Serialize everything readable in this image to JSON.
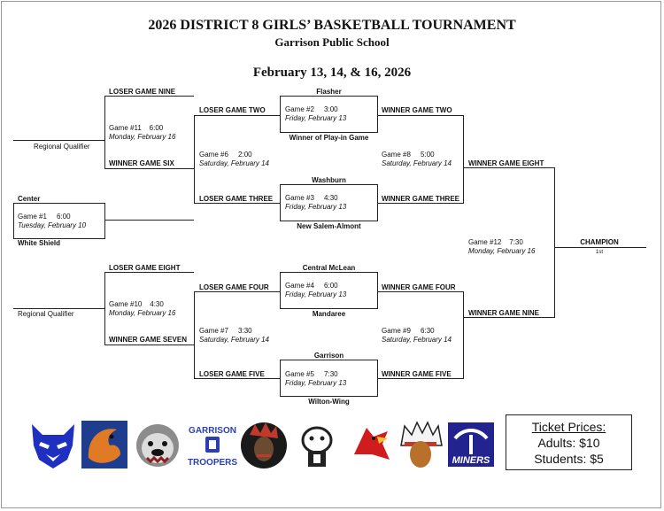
{
  "header": {
    "title": "2026 DISTRICT 8 GIRLS’ BASKETBALL TOURNAMENT",
    "school": "Garrison Public School",
    "dates": "February 13, 14, & 16, 2026"
  },
  "labels": {
    "loser9": "LOSER GAME NINE",
    "loser2": "LOSER GAME TWO",
    "flasher": "Flasher",
    "winner2": "WINNER GAME TWO",
    "regional1": "Regional Qualifier",
    "winner6": "WINNER GAME SIX",
    "winnerPlayin": "Winner of Play-in Game",
    "washburn": "Washburn",
    "winner8": "WINNER GAME EIGHT",
    "center": "Center",
    "loser3": "LOSER GAME THREE",
    "winner3": "WINNER GAME THREE",
    "whiteShield": "White Shield",
    "newSalem": "New Salem-Almont",
    "champion": "CHAMPION",
    "championPlace": "1st",
    "loser8": "LOSER GAME EIGHT",
    "centralMcLean": "Central McLean",
    "loser4": "LOSER GAME FOUR",
    "winner4": "WINNER GAME FOUR",
    "regional2": "Regional Qualifier",
    "mandaree": "Mandaree",
    "winner9": "WINNER GAME NINE",
    "winner7": "WINNER GAME SEVEN",
    "garrison": "Garrison",
    "loser5": "LOSER GAME FIVE",
    "winner5": "WINNER GAME FIVE",
    "wiltonWing": "Wilton-Wing"
  },
  "games": {
    "g11": {
      "line": "Game #11    6:00",
      "day": "Monday, February 16"
    },
    "g2": {
      "line": "Game #2     3:00",
      "day": "Friday, February 13"
    },
    "g6": {
      "line": "Game #6     2:00",
      "day": "Saturday, February 14"
    },
    "g8": {
      "line": "Game #8     5:00",
      "day": "Saturday, February 14"
    },
    "g1": {
      "line": "Game #1     6:00",
      "day": "Tuesday, February 10"
    },
    "g3": {
      "line": "Game #3     4:30",
      "day": "Friday, February 13"
    },
    "g12": {
      "line": "Game #12    7:30",
      "day": "Monday, February 16"
    },
    "g10": {
      "line": "Game #10    4:30",
      "day": "Monday, February 16"
    },
    "g4": {
      "line": "Game #4     6:00",
      "day": "Friday, February 13"
    },
    "g7": {
      "line": "Game #7     3:30",
      "day": "Saturday, February 14"
    },
    "g9": {
      "line": "Game #9     6:30",
      "day": "Saturday, February 14"
    },
    "g5": {
      "line": "Game #5     7:30",
      "day": "Friday, February 13"
    }
  },
  "tickets": {
    "title": "Ticket Prices:",
    "adults": "Adults:  $10",
    "students": "Students:  $5"
  },
  "logos": [
    {
      "name": "wildcat-logo-icon",
      "color": "#1f2fbf"
    },
    {
      "name": "dragon-logo-icon",
      "color": "#e07a24"
    },
    {
      "name": "bulldog-logo-icon",
      "color": "#8a1e1e"
    },
    {
      "name": "garrison-troopers-logo-icon",
      "color": "#2a3fb5",
      "text": "GARRISON TROOPERS"
    },
    {
      "name": "warrior-headdress-logo-icon",
      "color": "#c0392b"
    },
    {
      "name": "bulldog-bw-logo-icon",
      "color": "#222222"
    },
    {
      "name": "cardinal-logo-icon",
      "color": "#d01c1c"
    },
    {
      "name": "chief-logo-icon",
      "color": "#c78a2a"
    },
    {
      "name": "miners-logo-icon",
      "color": "#23238f",
      "text": "MINERS"
    }
  ]
}
